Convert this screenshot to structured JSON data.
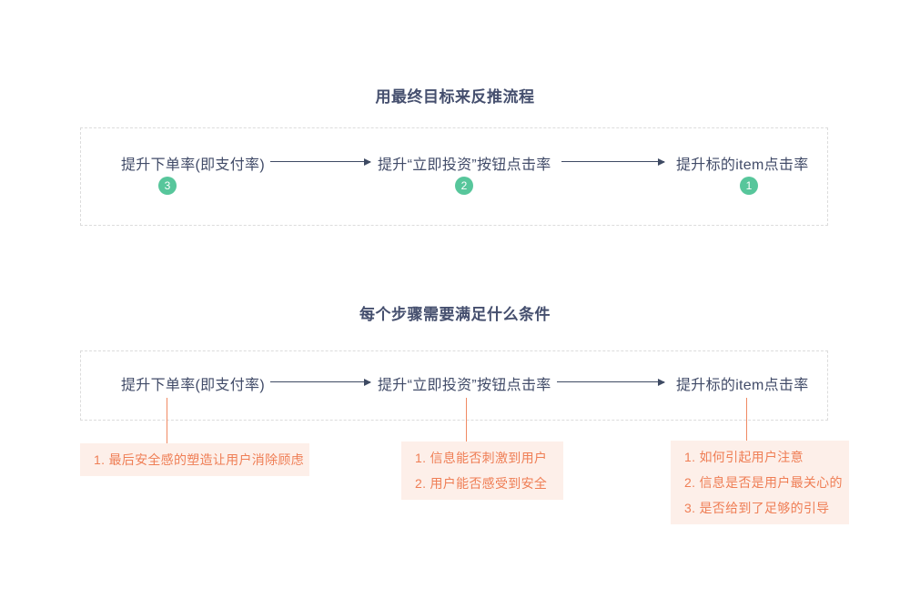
{
  "colors": {
    "background": "#ffffff",
    "text_primary": "#414b68",
    "arrow": "#3e4a63",
    "badge_green": "#57c69b",
    "note_text": "#ef7e55",
    "note_background": "#fdefe9",
    "connector_orange": "#f08a63",
    "dashed_border": "#dcdcdc"
  },
  "flow_section": {
    "title": "用最终目标来反推流程",
    "steps": [
      {
        "label": "提升下单率(即支付率)",
        "badge": "3"
      },
      {
        "label": "提升“立即投资”按钮点击率",
        "badge": "2"
      },
      {
        "label": "提升标的item点击率",
        "badge": "1"
      }
    ]
  },
  "conditions_section": {
    "title": "每个步骤需要满足什么条件",
    "steps": [
      {
        "label": "提升下单率(即支付率)",
        "notes": [
          "1. 最后安全感的塑造让用户消除顾虑"
        ]
      },
      {
        "label": "提升“立即投资”按钮点击率",
        "notes": [
          "1. 信息能否刺激到用户",
          "2. 用户能否感受到安全"
        ]
      },
      {
        "label": "提升标的item点击率",
        "notes": [
          "1. 如何引起用户注意",
          "2. 信息是否是用户最关心的",
          "3. 是否给到了足够的引导"
        ]
      }
    ]
  }
}
